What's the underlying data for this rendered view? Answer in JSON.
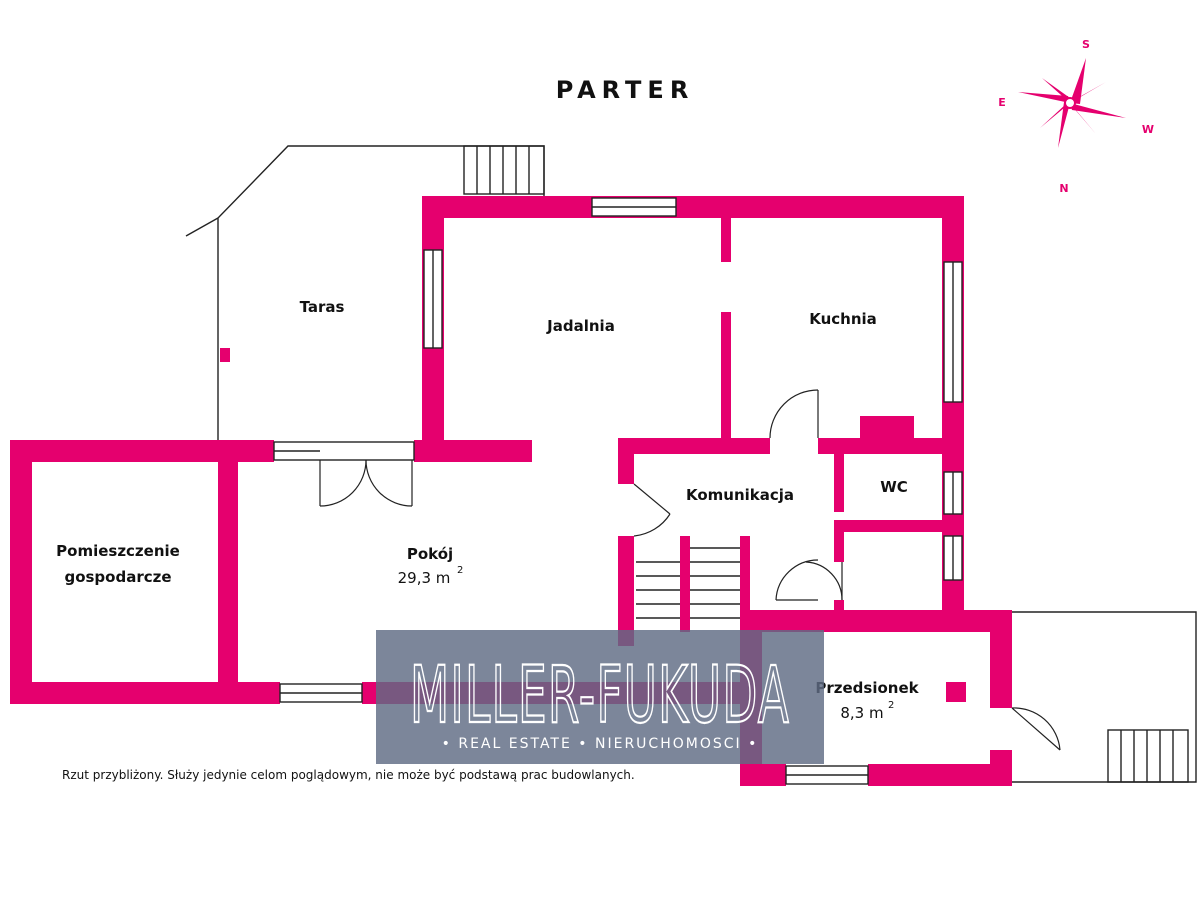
{
  "title": "PARTER",
  "rooms": {
    "taras": "Taras",
    "jadalnia": "Jadalnia",
    "kuchnia": "Kuchnia",
    "komunikacja": "Komunikacja",
    "wc": "WC",
    "pomieszczenie_1": "Pomieszczenie",
    "pomieszczenie_2": "gospodarcze",
    "pokoj": "Pokój",
    "pokoj_area": "29,3 m",
    "pokoj_area_sup": "2",
    "przedsionek": "Przedsionek",
    "przedsionek_area": "8,3 m",
    "przedsionek_area_sup": "2"
  },
  "compass": {
    "s": "S",
    "w": "W",
    "n": "N",
    "e": "E"
  },
  "note": "Rzut przybliżony. Służy jedynie celom poglądowym, nie może być podstawą prac budowlanych.",
  "watermark": {
    "main": "MILLER-FUKUDA",
    "sub": "• REAL ESTATE • NIERUCHOMOSCI •"
  },
  "colors": {
    "wall": "#e5006e",
    "watermark": "#5f6b84"
  }
}
